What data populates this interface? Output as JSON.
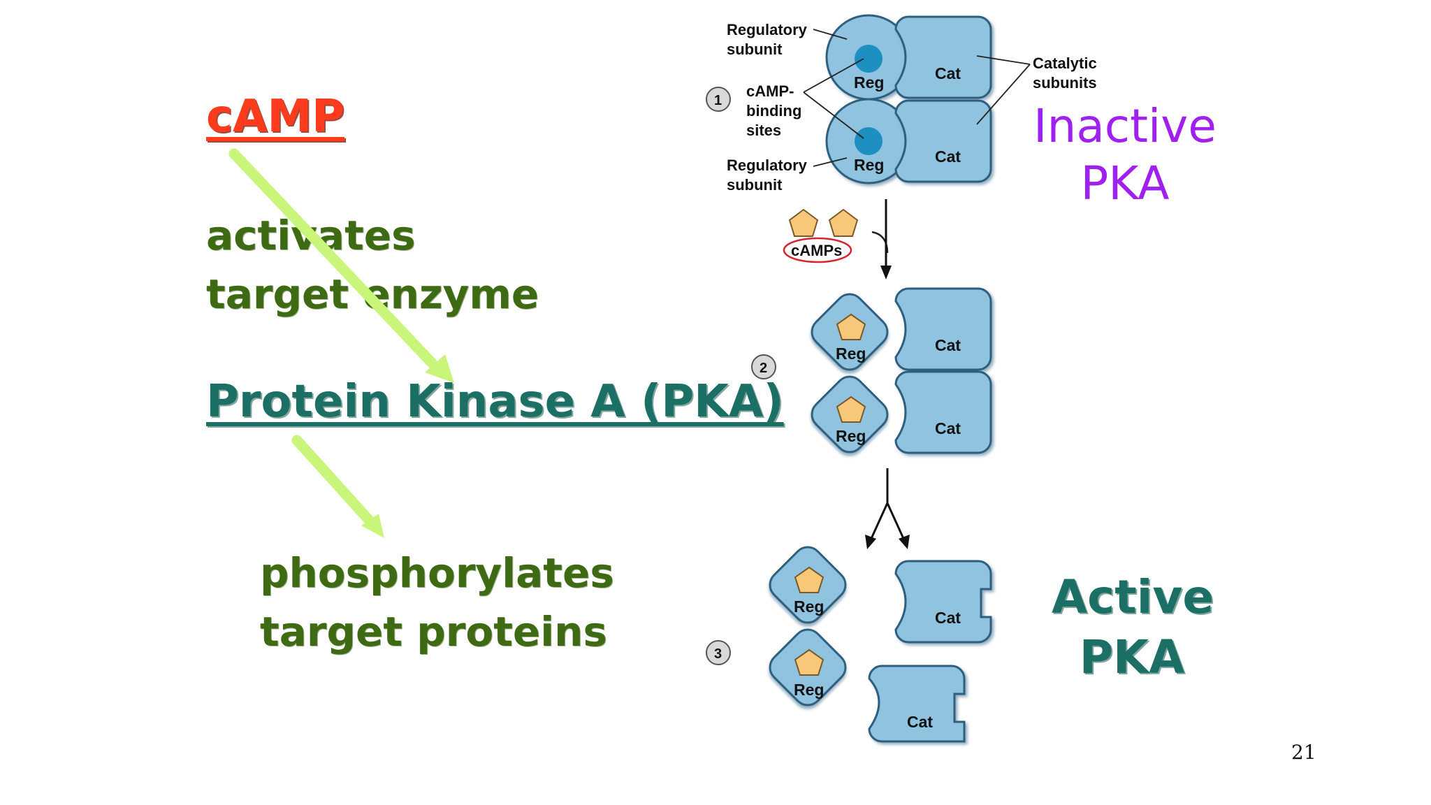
{
  "left_text": {
    "camp": "cAMP",
    "activates_line1": "activates",
    "activates_line2": "target enzyme",
    "pka": "Protein Kinase A (PKA)",
    "phos_line1": "phosphorylates",
    "phos_line2": "target proteins"
  },
  "figure": {
    "regulatory_subunit": "Regulatory\nsubunit",
    "camp_binding_sites": "cAMP-\nbinding\nsites",
    "catalytic_subunits": "Catalytic\nsubunits",
    "reg": "Reg",
    "cat": "Cat",
    "camps": "cAMPs",
    "steps": [
      "1",
      "2",
      "3"
    ]
  },
  "state_labels": {
    "inactive_line1": "Inactive",
    "inactive_line2": "PKA",
    "active_line1": "Active",
    "active_line2": "PKA"
  },
  "page_number": "21",
  "colors": {
    "camp": "#ff3b1e",
    "green_text": "#3d6a12",
    "pka_teal": "#1c6f65",
    "inactive_purple": "#a020f0",
    "subunit_fill": "#8fc3df",
    "subunit_stroke": "#2f5f7f",
    "site_dark": "#1d8fc0",
    "camp_pentagon": "#f8c87a",
    "arrow_highlight": "#c8f57a"
  }
}
